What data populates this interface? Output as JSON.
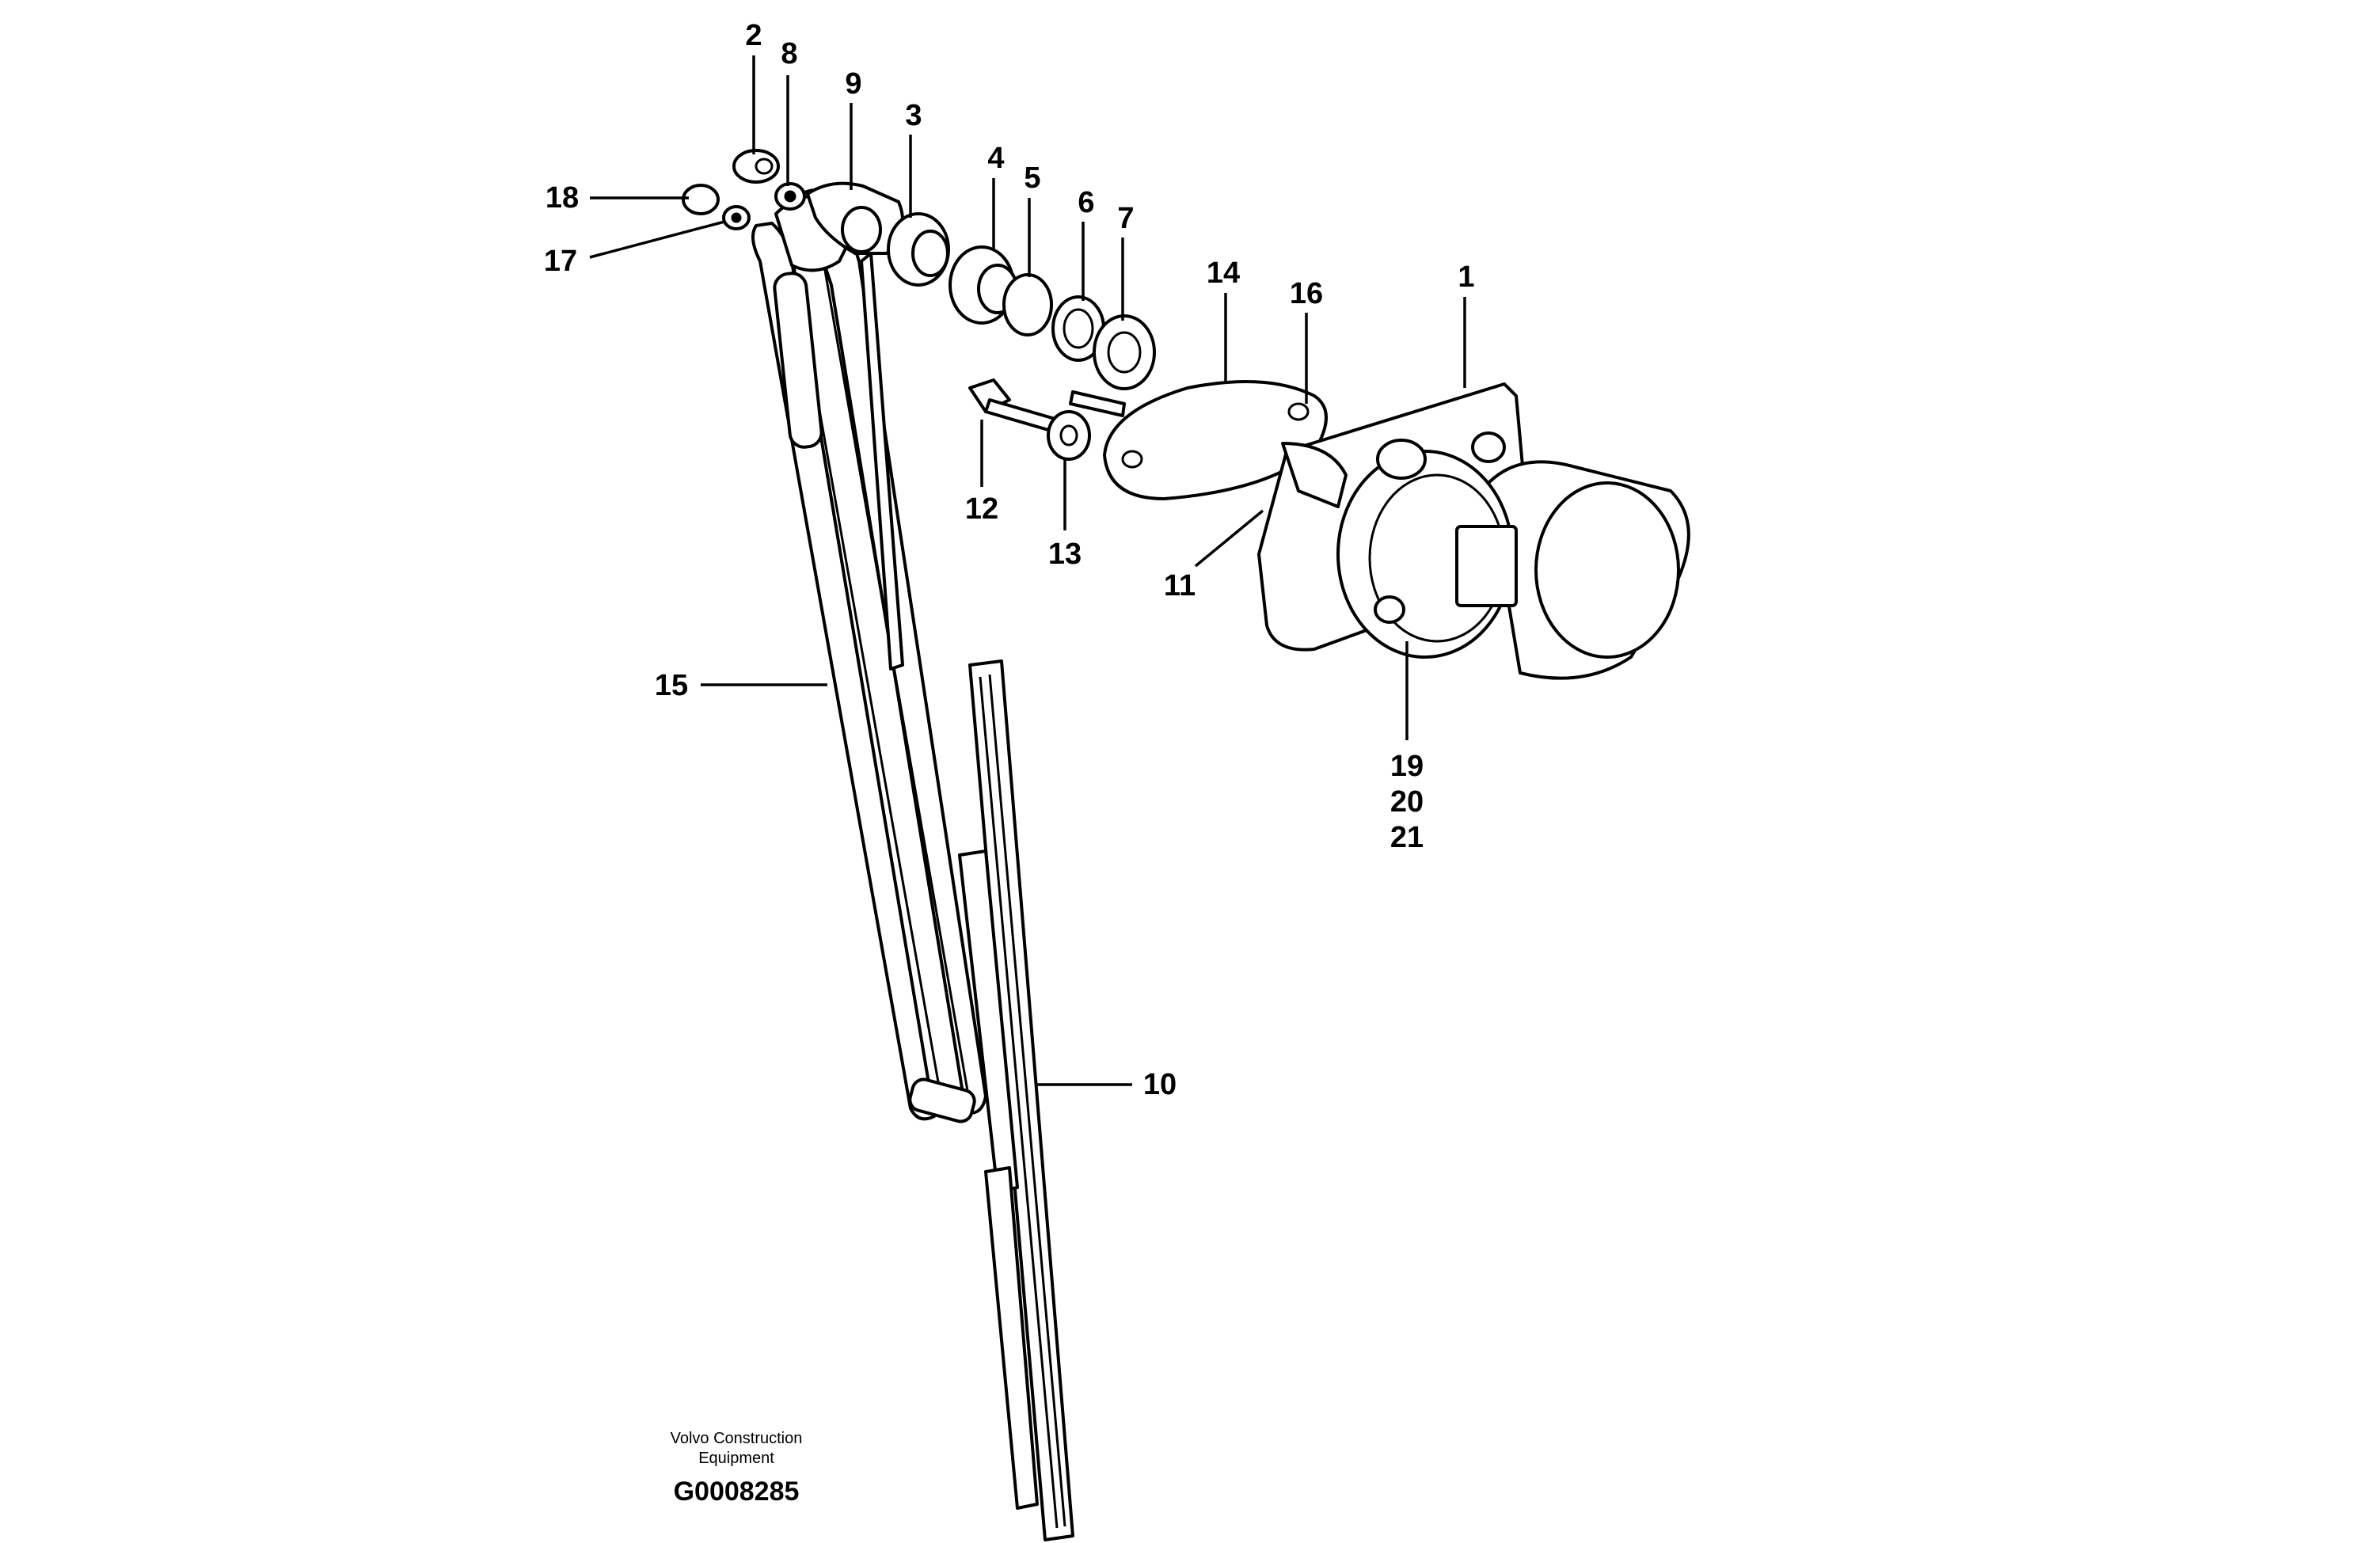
{
  "diagram": {
    "callouts": {
      "c1": "1",
      "c2": "2",
      "c3": "3",
      "c4": "4",
      "c5": "5",
      "c6": "6",
      "c7": "7",
      "c8": "8",
      "c9": "9",
      "c10": "10",
      "c11": "11",
      "c12": "12",
      "c13": "13",
      "c14": "14",
      "c15": "15",
      "c16": "16",
      "c17": "17",
      "c18": "18",
      "c19": "19",
      "c20": "20",
      "c21": "21"
    }
  },
  "footer": {
    "company_line1": "Volvo Construction",
    "company_line2": "Equipment",
    "drawing_code": "G0008285"
  }
}
